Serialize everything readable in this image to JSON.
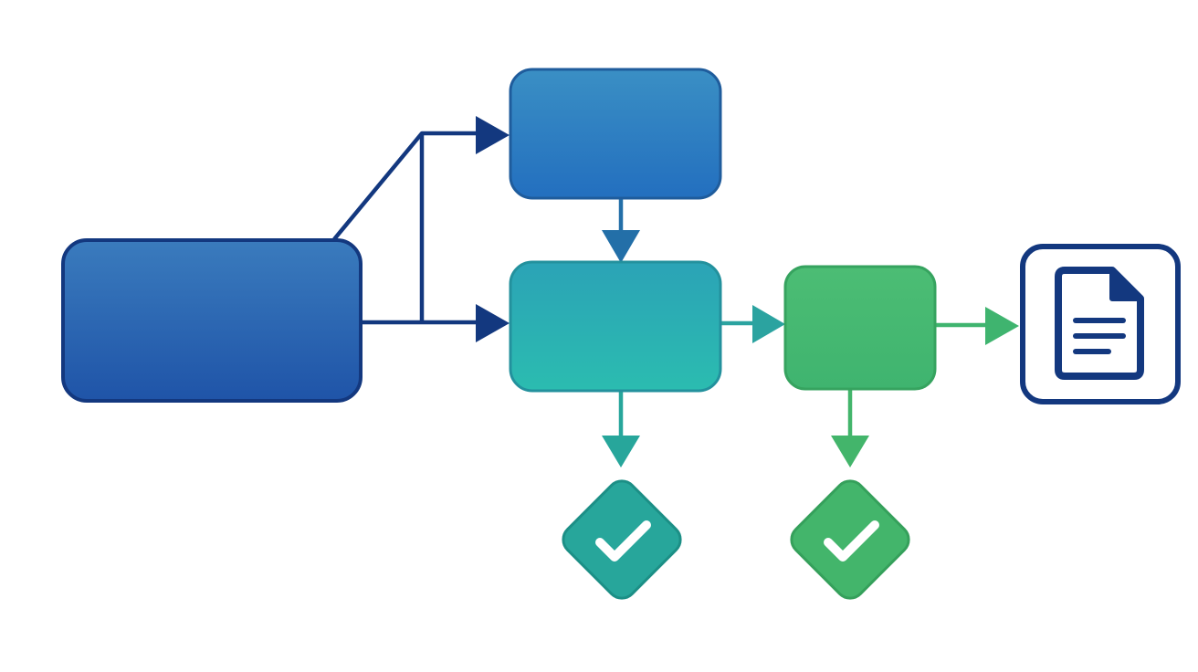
{
  "diagram": {
    "nodes": [
      {
        "id": "source",
        "kind": "rect",
        "gradient": [
          "#3a7bbd",
          "#1f54a8"
        ],
        "stroke": "#13387f"
      },
      {
        "id": "top",
        "kind": "rect",
        "gradient": [
          "#3a8fc4",
          "#236fbf"
        ],
        "stroke": "#1f5c9c"
      },
      {
        "id": "middle",
        "kind": "rect",
        "gradient": [
          "#2ba3b6",
          "#2bbcb0"
        ],
        "stroke": "#23919d"
      },
      {
        "id": "right",
        "kind": "rect",
        "gradient": [
          "#4cbd74",
          "#3fb46f"
        ],
        "stroke": "#36a35f"
      },
      {
        "id": "check-teal",
        "kind": "decision",
        "fill": "#27a69b",
        "stroke": "#1c8f86"
      },
      {
        "id": "check-green",
        "kind": "decision",
        "fill": "#43b56b",
        "stroke": "#35a05b"
      },
      {
        "id": "document",
        "kind": "output",
        "stroke": "#13387f"
      }
    ],
    "edges": [
      {
        "from": "source",
        "to": "top",
        "color": "#13387f"
      },
      {
        "from": "source",
        "to": "middle",
        "color": "#13387f"
      },
      {
        "from": "top",
        "to": "middle",
        "color": "#236fa8"
      },
      {
        "from": "middle",
        "to": "right",
        "color": "#2ba3a0"
      },
      {
        "from": "right",
        "to": "document",
        "color": "#3fb46f"
      },
      {
        "from": "middle",
        "to": "check-teal",
        "color": "#27a69b"
      },
      {
        "from": "right",
        "to": "check-green",
        "color": "#43b56b"
      }
    ],
    "icons": [
      "check-icon",
      "check-icon",
      "document-icon"
    ]
  }
}
